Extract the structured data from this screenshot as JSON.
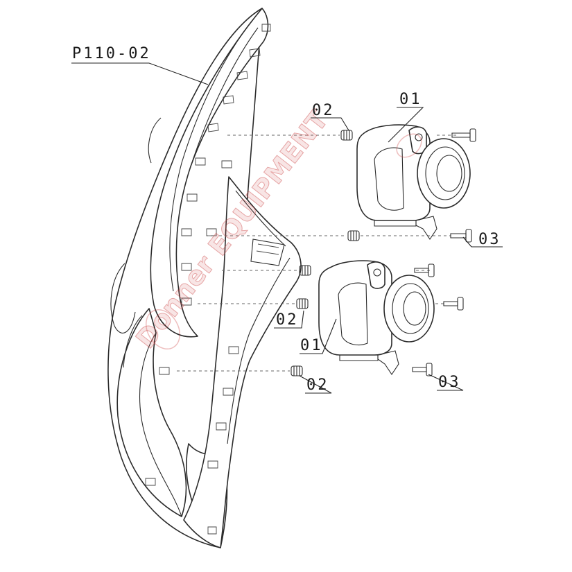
{
  "callouts": {
    "assembly": "P110-02",
    "part_01_top": "01",
    "part_02_top": "02",
    "part_03_right": "03",
    "part_02_mid": "02",
    "part_01_bottom": "01",
    "part_02_bottom": "02",
    "part_03_bottom": "03"
  },
  "watermark": {
    "text": "Donner EQUIPMENT",
    "color": "#cd4646"
  }
}
